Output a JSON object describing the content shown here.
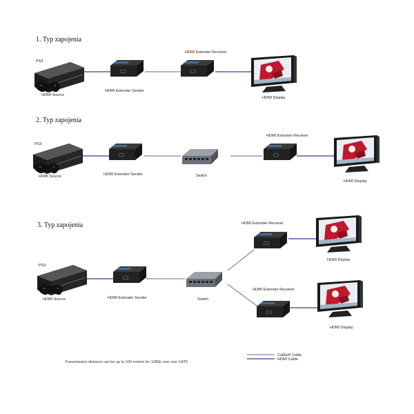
{
  "sections": [
    {
      "title": "1. Typ zapojenia",
      "source": {
        "tag": "PS3",
        "label": "HDMI Source"
      },
      "sender": {
        "label": "HDMI Extender Sender"
      },
      "receiver": {
        "label": "HDMI Extender Receiver"
      },
      "display": {
        "label": "HDMI Display"
      }
    },
    {
      "title": "2. Typ zapojenia",
      "source": {
        "tag": "PS3",
        "label": "HDMI Source"
      },
      "sender": {
        "label": "HDMI Extender Sender"
      },
      "switch": {
        "label": "Switch"
      },
      "receiver": {
        "label": "HDMI Extender Receiver"
      },
      "display": {
        "label": "HDMI Display"
      }
    },
    {
      "title": "3. Typ zapojenia",
      "source": {
        "tag": "PS3",
        "label": "HDMI Source"
      },
      "sender": {
        "label": "HDMI Extender Sender"
      },
      "switch": {
        "label": "Switch"
      },
      "receivers": [
        {
          "label": "HDMI Extender Receiver",
          "display": "HDMI Display"
        },
        {
          "label": "HDMI Extender Receiver",
          "display": "HDMI Display"
        }
      ]
    }
  ],
  "legend": {
    "cat_label": "Cat5e/6 Cable",
    "hdmi_label": "HDMI Cable",
    "cat_color": "#7f8a99",
    "hdmi_color": "#2f3f9e"
  },
  "note": "Transmission distance can be up to 100 meters for 1080p over one CAT5"
}
